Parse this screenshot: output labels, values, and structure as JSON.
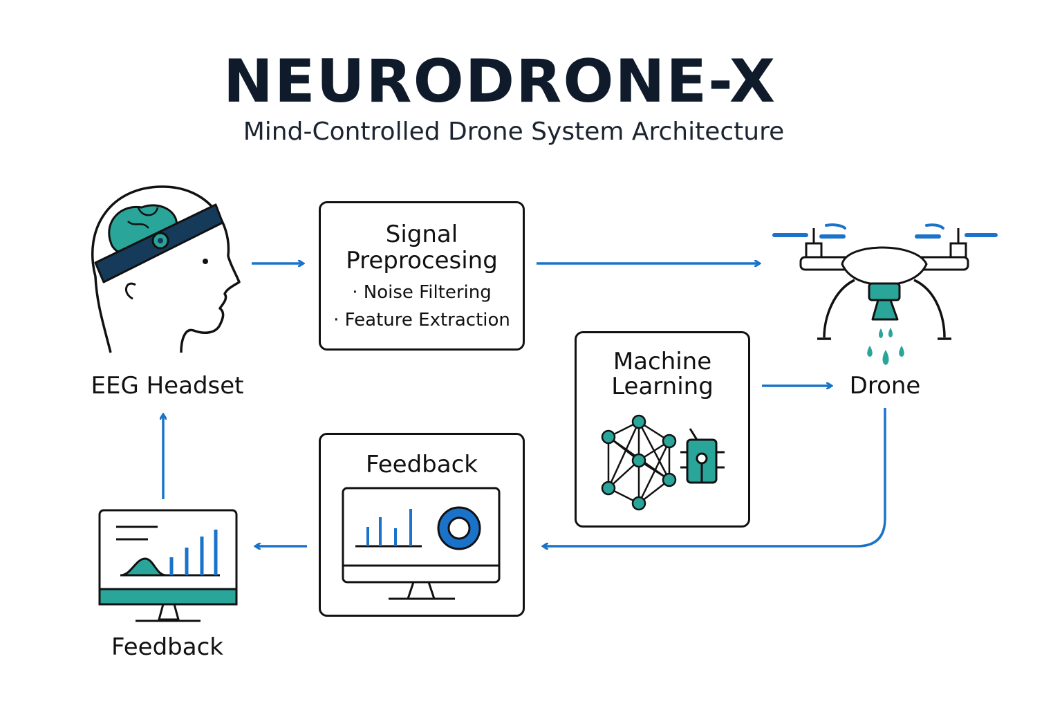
{
  "header": {
    "title": "NEURODRONE-X",
    "subtitle": "Mind-Controlled Drone System Architecture"
  },
  "nodes": {
    "eeg_headset": {
      "label": "EEG Headset"
    },
    "signal_preprocessing": {
      "title_line1": "Signal",
      "title_line2": "Preprocesing",
      "bullets": [
        "· Noise Filtering",
        "· Feature Extraction"
      ]
    },
    "drone": {
      "label": "Drone"
    },
    "machine_learning": {
      "title_line1": "Machine",
      "title_line2": "Learning"
    },
    "feedback_box": {
      "title": "Feedback"
    },
    "feedback_display": {
      "label": "Feedback"
    }
  },
  "colors": {
    "arrow": "#1a73c9",
    "teal": "#2aa59a",
    "navy": "#163a5a",
    "blue": "#1a73c9",
    "outline": "#111111"
  },
  "icons": {
    "eeg": "head-with-eeg-headband-icon",
    "drone": "quadcopter-drone-icon",
    "neural_network": "neural-network-icon",
    "chip": "ai-chip-icon",
    "monitor": "monitor-dashboard-icon"
  }
}
